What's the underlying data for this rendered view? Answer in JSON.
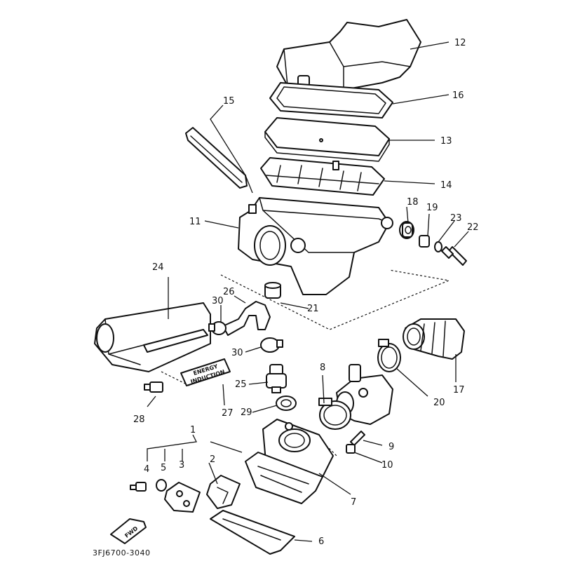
{
  "diagram": {
    "code": "3FJ6700-3040",
    "fwd_mark": "FWD",
    "decal_line1": "ENERGY",
    "decal_line2": "INDUCTION",
    "callouts": {
      "c1": "1",
      "c2": "2",
      "c3": "3",
      "c4": "4",
      "c5": "5",
      "c6": "6",
      "c7": "7",
      "c8": "8",
      "c9": "9",
      "c10": "10",
      "c11": "11",
      "c12": "12",
      "c13": "13",
      "c14": "14",
      "c15": "15",
      "c16": "16",
      "c17": "17",
      "c18": "18",
      "c19": "19",
      "c20": "20",
      "c21": "21",
      "c22": "22",
      "c23": "23",
      "c24": "24",
      "c25": "25",
      "c26": "26",
      "c27": "27",
      "c28": "28",
      "c29": "29",
      "c30a": "30",
      "c30b": "30"
    }
  }
}
